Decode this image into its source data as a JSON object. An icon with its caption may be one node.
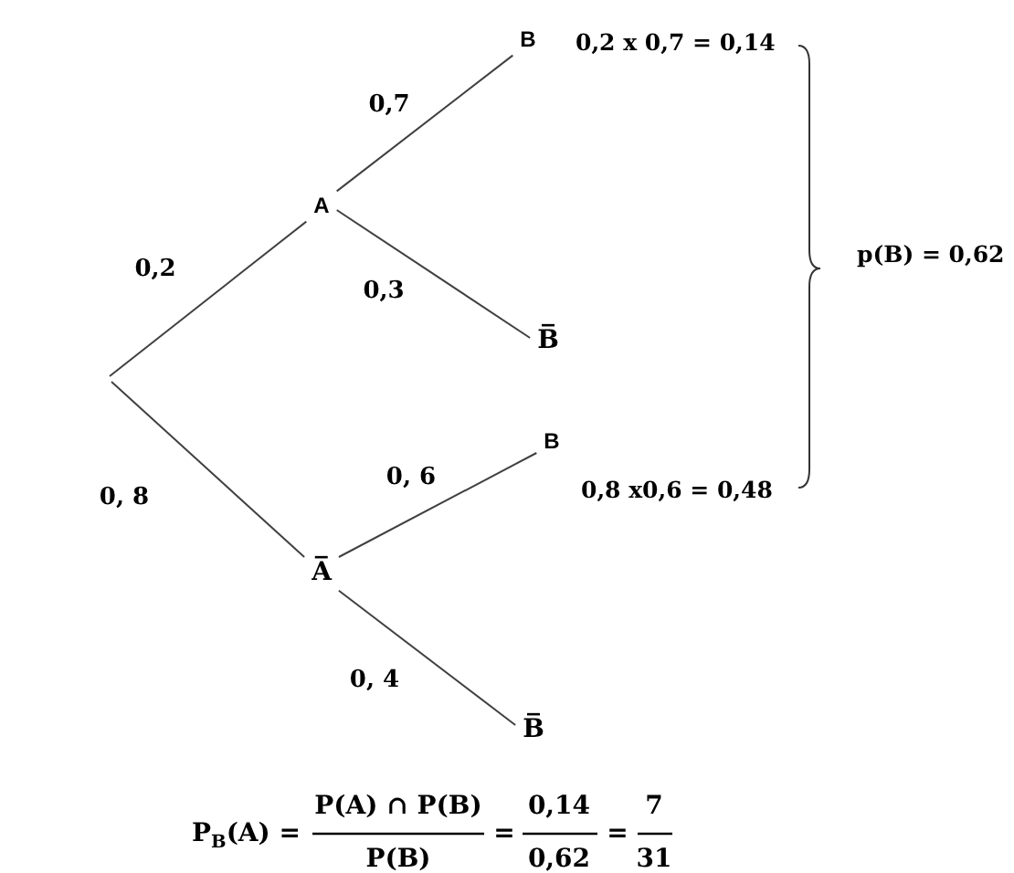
{
  "diagram": {
    "nodes": [
      {
        "text": [
          "A"
        ]
      },
      {
        "text": [
          "A̅"
        ]
      },
      {
        "text": [
          "B"
        ],
        "beside": [
          "0,2 x 0,7 = 0,14"
        ]
      },
      {
        "text": [
          "B̅"
        ]
      },
      {
        "text": [
          "B"
        ],
        "beside": [
          "0,8 x0,6 = 0,48"
        ]
      },
      {
        "text": [
          "B̅"
        ]
      }
    ],
    "edges": [
      {
        "from": null,
        "to": 0,
        "arrow": "none",
        "label": "0,2"
      },
      {
        "from": null,
        "to": 1,
        "arrow": "none",
        "label": "0, 8"
      },
      {
        "from": 0,
        "to": 2,
        "arrow": "none",
        "label": "0,7"
      },
      {
        "from": 0,
        "to": 3,
        "arrow": "none",
        "label": "0,3"
      },
      {
        "from": 1,
        "to": 4,
        "arrow": "none",
        "label": "0, 6"
      },
      {
        "from": 1,
        "to": 5,
        "arrow": "none",
        "label": "0, 4"
      }
    ],
    "labels": [
      "p(B) = 0,62",
      "P$_{B}$(A) =",
      "P(A) ∩ P(B)",
      "P(B)",
      "=",
      "0,14",
      "0,62",
      "=",
      "7",
      "31"
    ]
  }
}
